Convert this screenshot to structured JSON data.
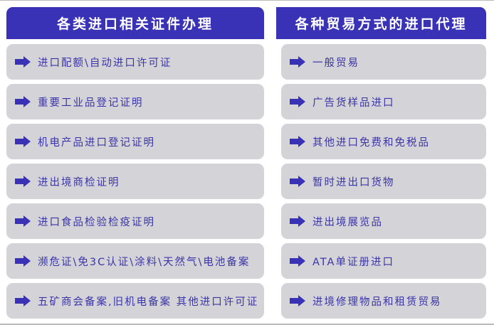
{
  "left": {
    "title": "各类进口相关证件办理",
    "items": [
      "进口配额\\自动进口许可证",
      "重要工业品登记证明",
      "机电产品进口登记证明",
      "进出境商检证明",
      "进口食品检验检疫证明",
      "濒危证\\免3C认证\\涂料\\天然气\\电池备案",
      "五矿商会备案,旧机电备案 其他进口许可证"
    ]
  },
  "right": {
    "title": "各种贸易方式的进口代理",
    "items": [
      "一般贸易",
      "广告货样品进口",
      "其他进口免费和免税品",
      "暂时进出口货物",
      "进出境展览品",
      "ATA单证册进口",
      "进境修理物品和租赁贸易"
    ]
  },
  "colors": {
    "header": "#3a32b6",
    "item_bg": "#d3d3d8",
    "text": "#3b35a8"
  }
}
